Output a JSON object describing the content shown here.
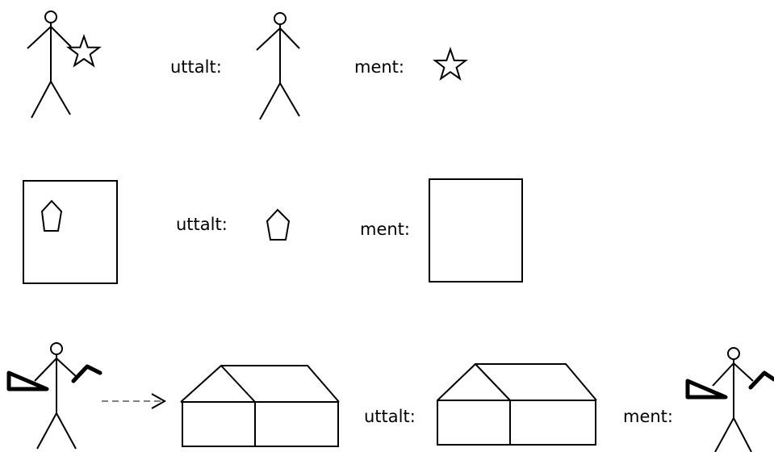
{
  "labels": {
    "said": "uttalt:",
    "meant": "ment:"
  },
  "icons": {
    "person": "stick-figure-icon",
    "star": "star-icon",
    "pentagon": "pentagon-icon",
    "frame": "square-frame",
    "house": "house-icon",
    "tool": "set-square-icon",
    "arrow": "dashed-arrow-icon"
  }
}
